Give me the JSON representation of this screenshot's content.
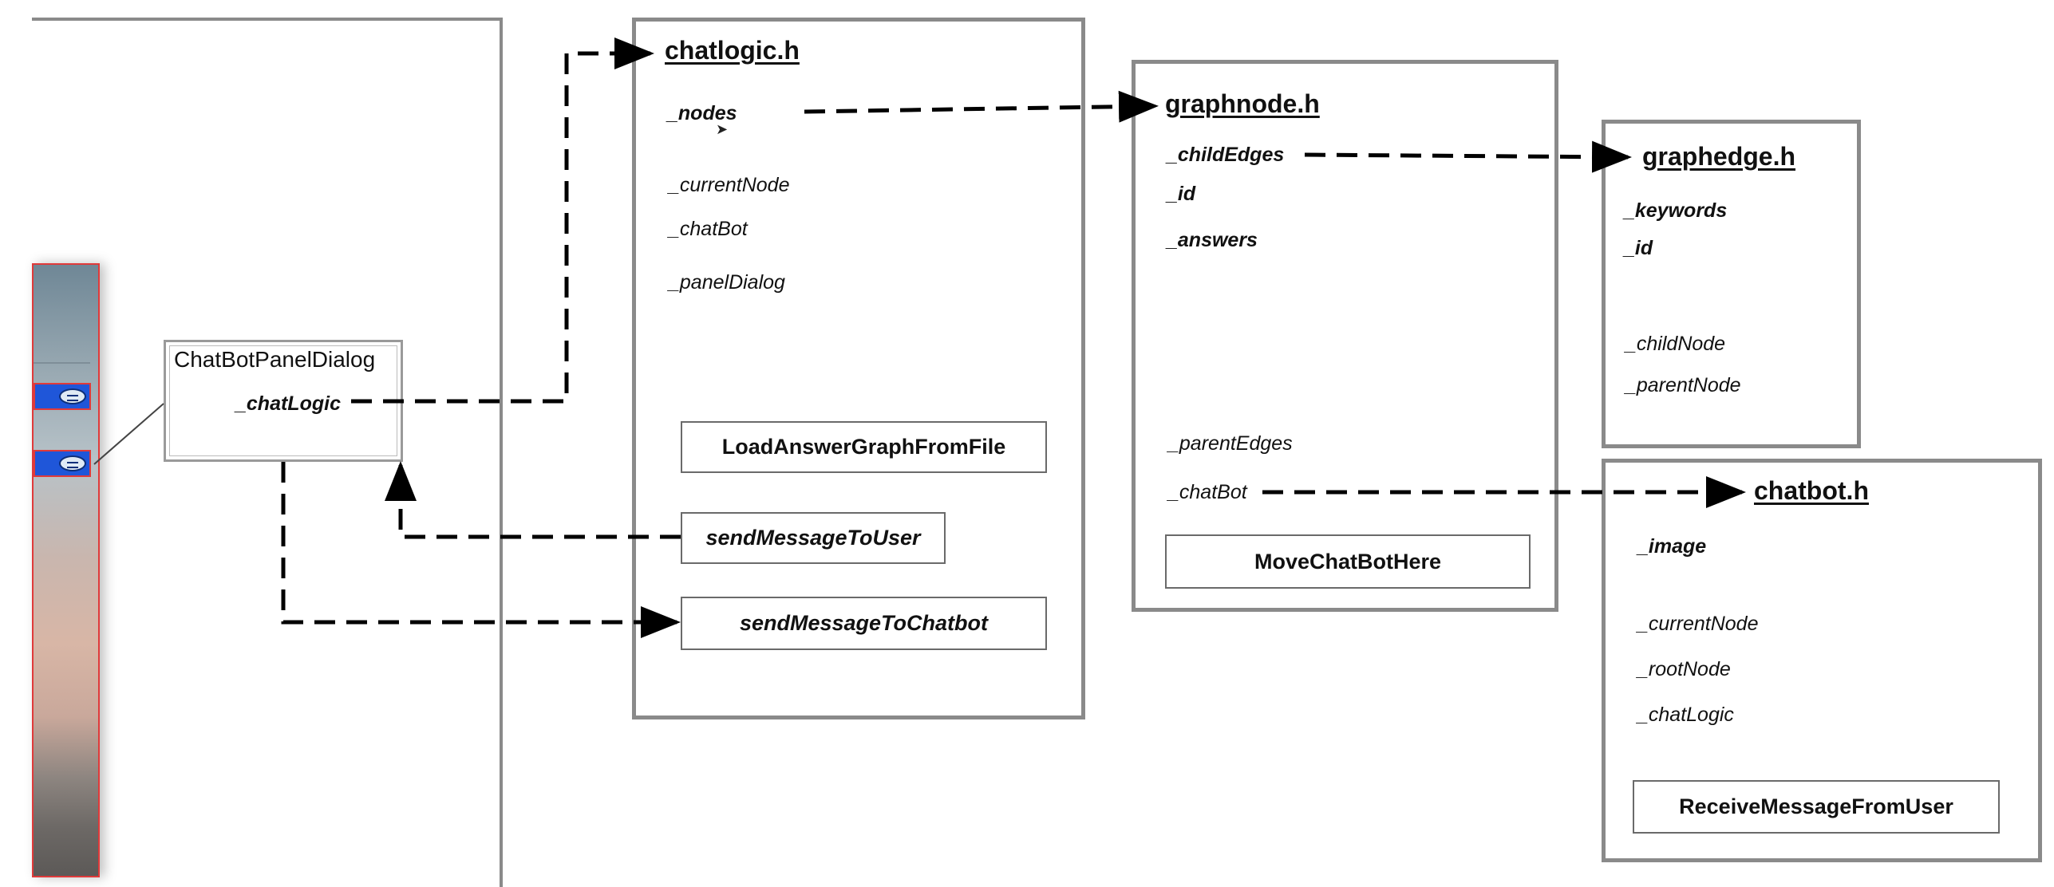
{
  "panel_dialog": {
    "title": "ChatBotPanelDialog",
    "field": "_chatLogic"
  },
  "chatlogic": {
    "title": "chatlogic.h",
    "fields": [
      "_nodes",
      "_currentNode",
      "_chatBot",
      "_panelDialog"
    ],
    "methods": [
      "LoadAnswerGraphFromFile",
      "sendMessageToUser",
      "sendMessageToChatbot"
    ]
  },
  "graphnode": {
    "title": "graphnode.h",
    "fields": [
      "_childEdges",
      "_id",
      "_answers",
      "_parentEdges",
      "_chatBot"
    ],
    "methods": [
      "MoveChatBotHere"
    ]
  },
  "graphedge": {
    "title": "graphedge.h",
    "fields": [
      "_keywords",
      "_id",
      "_childNode",
      "_parentNode"
    ]
  },
  "chatbot": {
    "title": "chatbot.h",
    "fields": [
      "_image",
      "_currentNode",
      "_rootNode",
      "_chatLogic"
    ],
    "methods": [
      "ReceiveMessageFromUser"
    ]
  },
  "icons": [
    "chat-bubble-icon",
    "mouse-cursor-icon"
  ],
  "colors": {
    "box_border": "#8a8a8a",
    "arrow": "#000000",
    "chat_button": "#1f56d9",
    "screenshot_border": "#e03a3a"
  }
}
